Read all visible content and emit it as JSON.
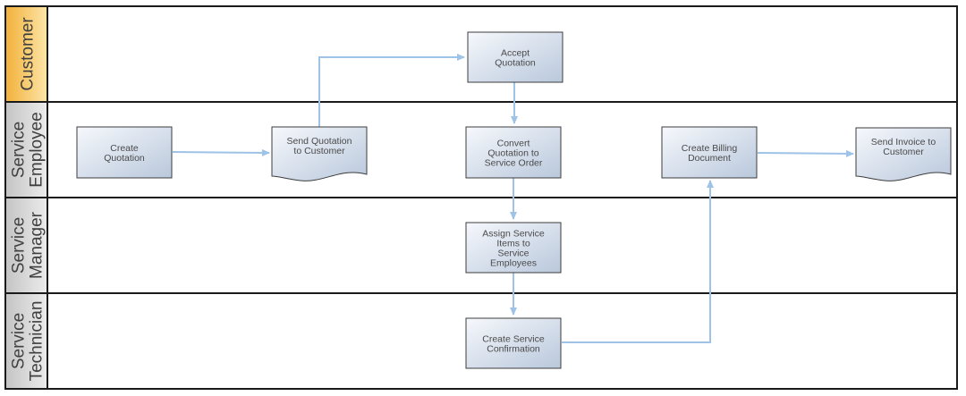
{
  "lanes": [
    {
      "id": "customer",
      "label_lines": [
        "Customer"
      ],
      "highlight": true
    },
    {
      "id": "service-employee",
      "label_lines": [
        "Service",
        "Employee"
      ],
      "highlight": false
    },
    {
      "id": "service-manager",
      "label_lines": [
        "Service",
        "Manager"
      ],
      "highlight": false
    },
    {
      "id": "service-technician",
      "label_lines": [
        "Service",
        "Technician"
      ],
      "highlight": false
    }
  ],
  "nodes": [
    {
      "id": "create-quotation",
      "lines": [
        "Create",
        "Quotation"
      ],
      "shape": "process"
    },
    {
      "id": "send-quotation",
      "lines": [
        "Send Quotation",
        "to Customer"
      ],
      "shape": "document"
    },
    {
      "id": "accept-quotation",
      "lines": [
        "Accept",
        "Quotation"
      ],
      "shape": "process"
    },
    {
      "id": "convert-quotation",
      "lines": [
        "Convert",
        "Quotation to",
        "Service Order"
      ],
      "shape": "process"
    },
    {
      "id": "assign-service-items",
      "lines": [
        "Assign Service",
        "Items to",
        "Service",
        "Employees"
      ],
      "shape": "process"
    },
    {
      "id": "create-service-confirmation",
      "lines": [
        "Create Service",
        "Confirmation"
      ],
      "shape": "process"
    },
    {
      "id": "create-billing-document",
      "lines": [
        "Create Billing",
        "Document"
      ],
      "shape": "process"
    },
    {
      "id": "send-invoice",
      "lines": [
        "Send Invoice to",
        "Customer"
      ],
      "shape": "document"
    }
  ],
  "edges": [
    {
      "from": "create-quotation",
      "to": "send-quotation"
    },
    {
      "from": "send-quotation",
      "to": "accept-quotation"
    },
    {
      "from": "accept-quotation",
      "to": "convert-quotation"
    },
    {
      "from": "convert-quotation",
      "to": "assign-service-items"
    },
    {
      "from": "assign-service-items",
      "to": "create-service-confirmation"
    },
    {
      "from": "create-service-confirmation",
      "to": "create-billing-document"
    },
    {
      "from": "create-billing-document",
      "to": "send-invoice"
    }
  ],
  "colors": {
    "border": "#1a1a1a",
    "lane_header_fill": "#d9d9d9",
    "lane_header_highlight_top": "#fde6a8",
    "lane_header_highlight_bottom": "#f2b13a",
    "box_fill_light": "#f6f8fc",
    "box_fill_dark": "#b9c8dc",
    "box_border": "#3c3c3c",
    "arrow": "#9ec3e6"
  }
}
